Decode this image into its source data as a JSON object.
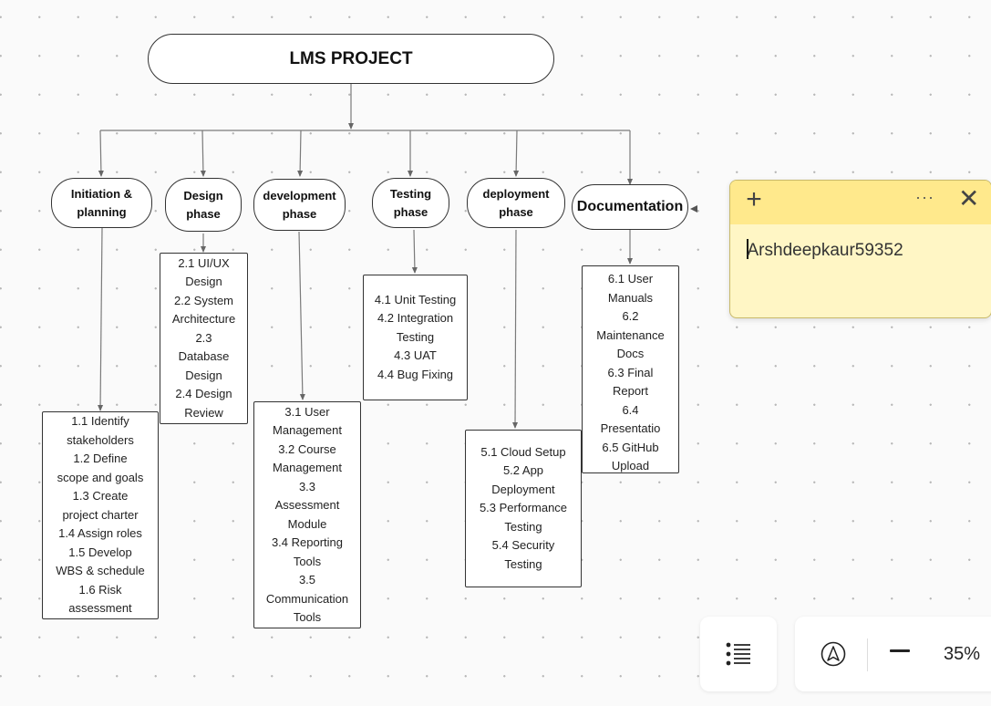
{
  "root": {
    "label": "LMS PROJECT"
  },
  "phases": [
    {
      "label": "Initiation &\nplanning",
      "tasks": [
        "1.1 Identify stakeholders",
        "1.2 Define scope and goals",
        "1.3 Create project charter",
        "1.4 Assign roles",
        "1.5 Develop WBS & schedule",
        "1.6 Risk assessment"
      ],
      "tasks_text": "1.1 Identify\nstakeholders\n1.2 Define\nscope and goals\n1.3 Create\nproject charter\n1.4 Assign roles\n1.5 Develop\nWBS & schedule\n1.6 Risk\nassessment"
    },
    {
      "label": "Design\nphase",
      "tasks": [
        "2.1 UI/UX Design",
        "2.2 System Architecture",
        "2.3 Database Design",
        "2.4 Design Review"
      ],
      "tasks_text": "2.1 UI/UX\nDesign\n2.2 System\nArchitecture\n2.3\nDatabase\nDesign\n2.4 Design\nReview"
    },
    {
      "label": "development\nphase",
      "tasks": [
        "3.1 User Management",
        "3.2 Course Management",
        "3.3 Assessment Module",
        "3.4 Reporting Tools",
        "3.5 Communication Tools"
      ],
      "tasks_text": "3.1 User\nManagement\n3.2 Course\nManagement\n3.3\nAssessment\nModule\n3.4 Reporting\nTools\n3.5\nCommunication\nTools"
    },
    {
      "label": "Testing\nphase",
      "tasks": [
        "4.1 Unit Testing",
        "4.2 Integration Testing",
        "4.3 UAT",
        "4.4 Bug Fixing"
      ],
      "tasks_text": "4.1 Unit Testing\n4.2 Integration\nTesting\n4.3 UAT\n4.4 Bug Fixing"
    },
    {
      "label": "deployment\nphase",
      "tasks": [
        "5.1 Cloud Setup",
        "5.2 App Deployment",
        "5.3 Performance Testing",
        "5.4 Security Testing"
      ],
      "tasks_text": "5.1 Cloud Setup\n5.2 App\nDeployment\n5.3 Performance\nTesting\n5.4 Security\nTesting"
    },
    {
      "label": "Documentation",
      "tasks": [
        "6.1 User Manuals",
        "6.2 Maintenance Docs",
        "6.3 Final Report",
        "6.4 Presentatio",
        "6.5 GitHub Upload"
      ],
      "tasks_text": "6.1 User\nManuals\n6.2\nMaintenance\nDocs\n6.3 Final\nReport\n6.4\nPresentatio\n6.5 GitHub\nUpload"
    }
  ],
  "sticky_note": {
    "text": "Arshdeepkaur59352",
    "add_icon": "plus-icon",
    "menu_icon": "more-icon",
    "close_icon": "close-icon"
  },
  "controls": {
    "outline_icon": "list-icon",
    "navigate_icon": "navigation-icon",
    "zoom_out_icon": "minus-icon",
    "zoom_level": "35%"
  },
  "colors": {
    "sticky_body": "#fff6c5",
    "sticky_header": "#ffe98c",
    "line": "#777777"
  }
}
